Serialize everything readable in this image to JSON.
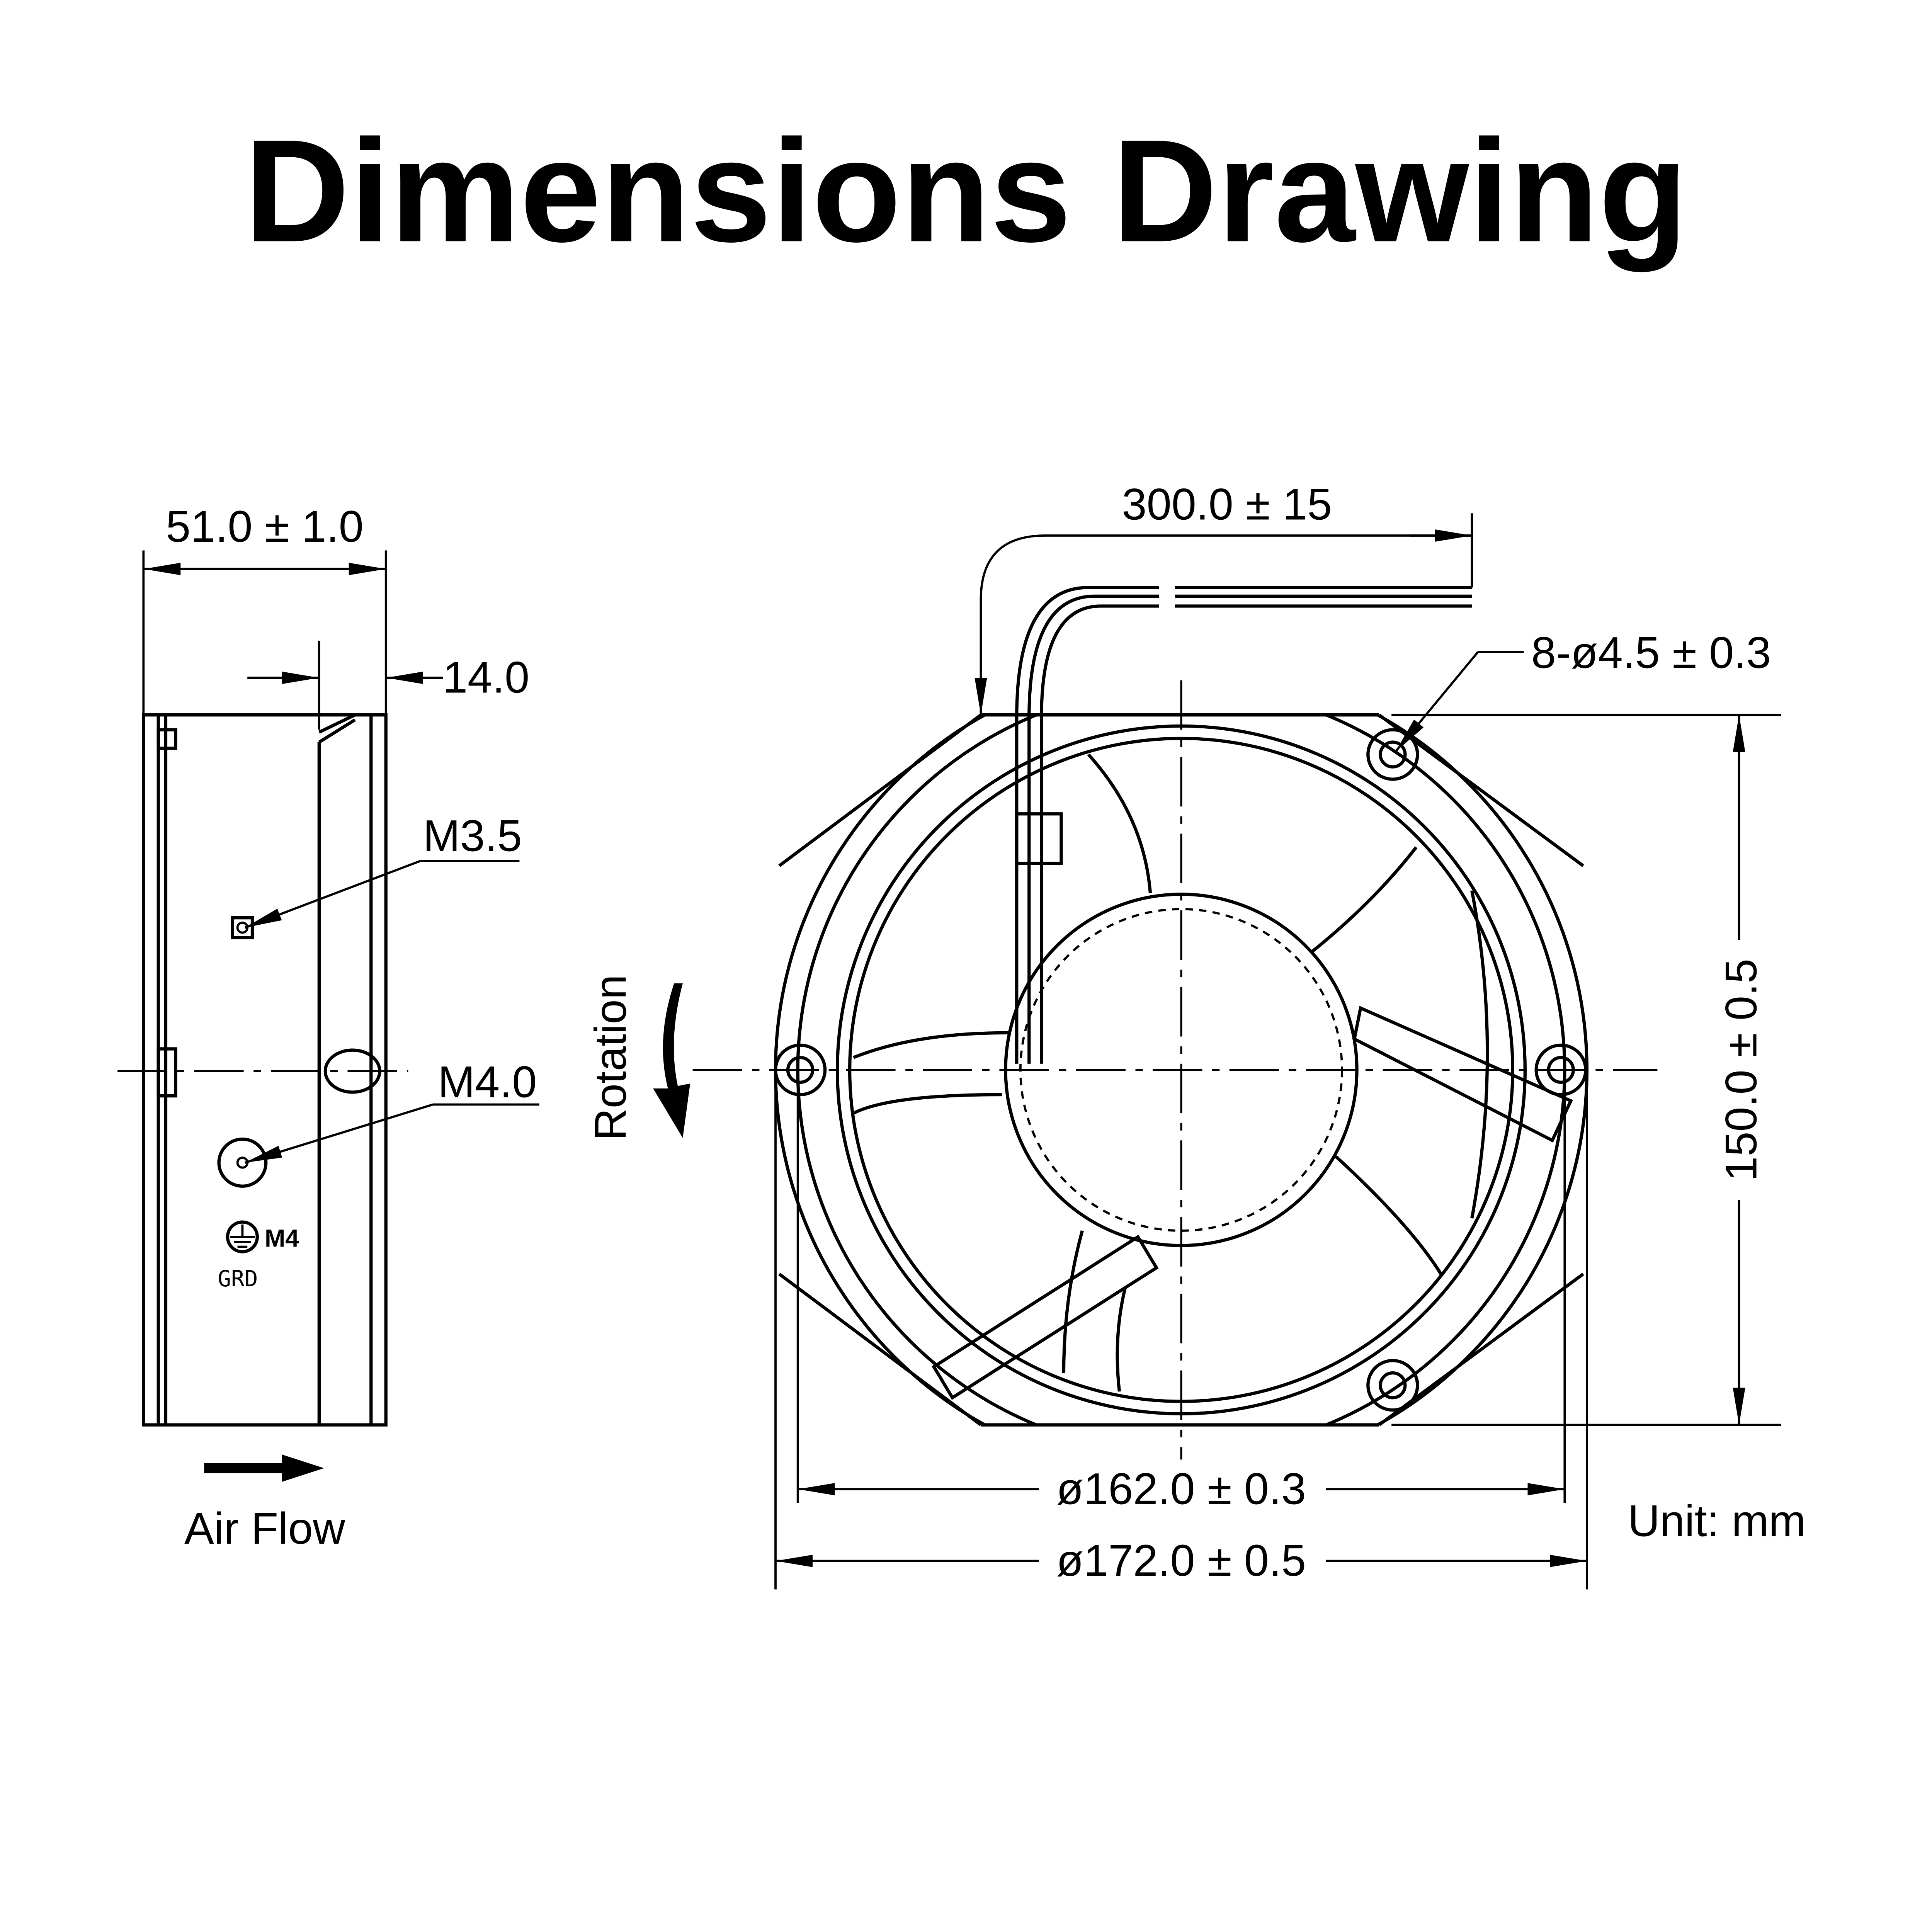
{
  "title": "Dimensions Drawing",
  "side_view": {
    "depth": "51.0 ± 1.0",
    "flange": "14.0",
    "screw_1": "M3.5",
    "screw_2": "M4.0",
    "ground_mark": "M4",
    "ground_label": "GRD",
    "airflow": "Air Flow"
  },
  "front_view": {
    "lead_length": "300.0 ± 15",
    "holes": "8-ø4.5 ± 0.3",
    "hole_spacing": "150.0 ± 0.5",
    "inner_diameter": "ø162.0 ± 0.3",
    "outer_diameter": "ø172.0 ± 0.5",
    "rotation": "Rotation",
    "unit": "Unit: mm"
  }
}
